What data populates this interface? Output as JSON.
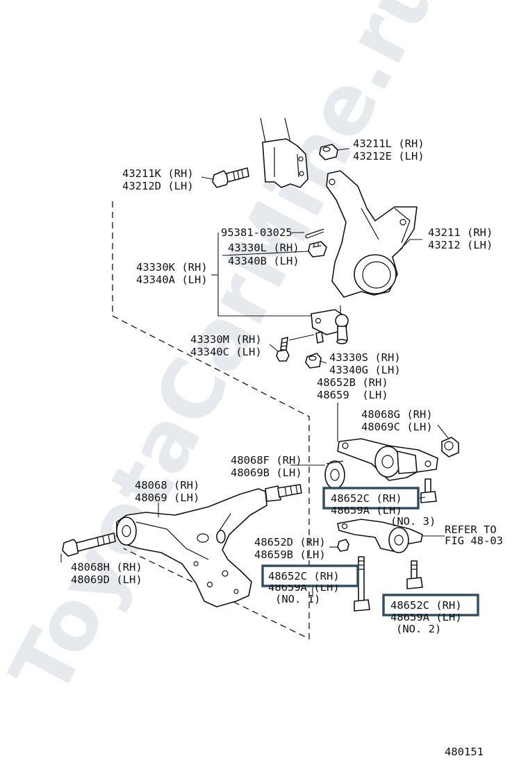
{
  "watermark": "ToyotaCarMine.ru",
  "figure_number": "480151",
  "colors": {
    "highlight_box": "#2f4b5f",
    "line": "#111111"
  },
  "labels": {
    "p43211L": "43211L (RH)",
    "p43212E": "43212E (LH)",
    "p43211K": "43211K (RH)",
    "p43212D": "43212D (LH)",
    "p95381": "95381-03025",
    "p43330L": "43330L (RH)",
    "p43340B": "43340B (LH)",
    "p43330K": "43330K (RH)",
    "p43340A": "43340A (LH)",
    "p43211": "43211 (RH)",
    "p43212": "43212 (LH)",
    "p43330M": "43330M (RH)",
    "p43340C": "43340C (LH)",
    "p43330S": "43330S (RH)",
    "p43340G": "43340G (LH)",
    "p48652B": "48652B (RH)",
    "p48659": "48659  (LH)",
    "p48068G": "48068G (RH)",
    "p48069C": "48069C (LH)",
    "p48068F": "48068F (RH)",
    "p48069B": "48069B (LH)",
    "p48068": "48068 (RH)",
    "p48069": "48069 (LH)",
    "p48652C_no3": "48652C (RH)",
    "p48659A_no3": "48659A (LH)",
    "no3": "(NO. 3)",
    "refer_to": "REFER TO",
    "fig_ref": "FIG 48-03",
    "p48652D": "48652D (RH)",
    "p48659B": "48659B (LH)",
    "p48068H": "48068H (RH)",
    "p48069D": "48069D (LH)",
    "p48652C_no1": "48652C (RH)",
    "p48659A_no1": "48659A (LH)",
    "no1": "(NO. 1)",
    "p48652C_no2": "48652C (RH)",
    "p48659A_no2": "48659A (LH)",
    "no2": "(NO. 2)"
  }
}
